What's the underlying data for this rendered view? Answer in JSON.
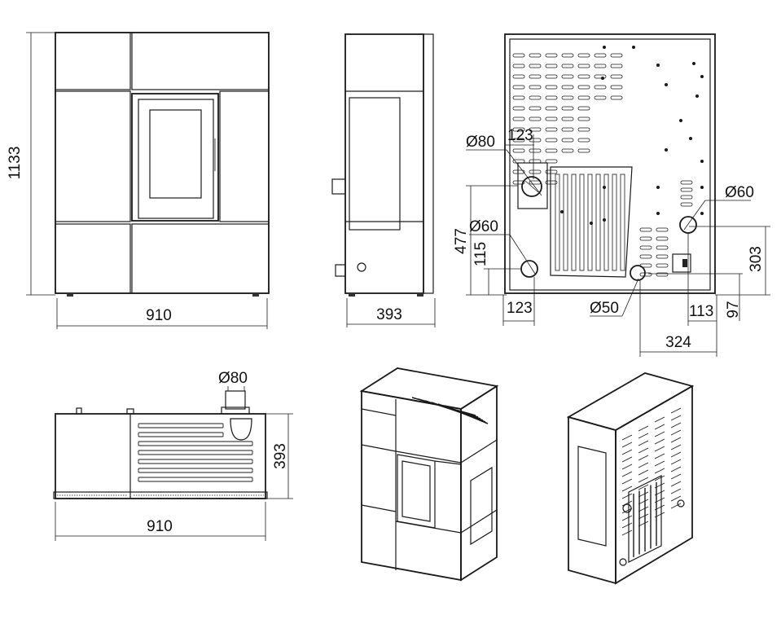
{
  "dimensions": {
    "front_width": "910",
    "front_height": "1133",
    "side_depth": "393",
    "back_d80": "Ø80",
    "back_123_top": "123",
    "back_477": "477",
    "back_115": "115",
    "back_d60_left": "Ø60",
    "back_123_bottom": "123",
    "back_d50": "Ø50",
    "back_d60_right": "Ø60",
    "back_303": "303",
    "back_113": "113",
    "back_97": "97",
    "back_324": "324",
    "top_d80": "Ø80",
    "top_depth": "393",
    "top_width": "910"
  }
}
